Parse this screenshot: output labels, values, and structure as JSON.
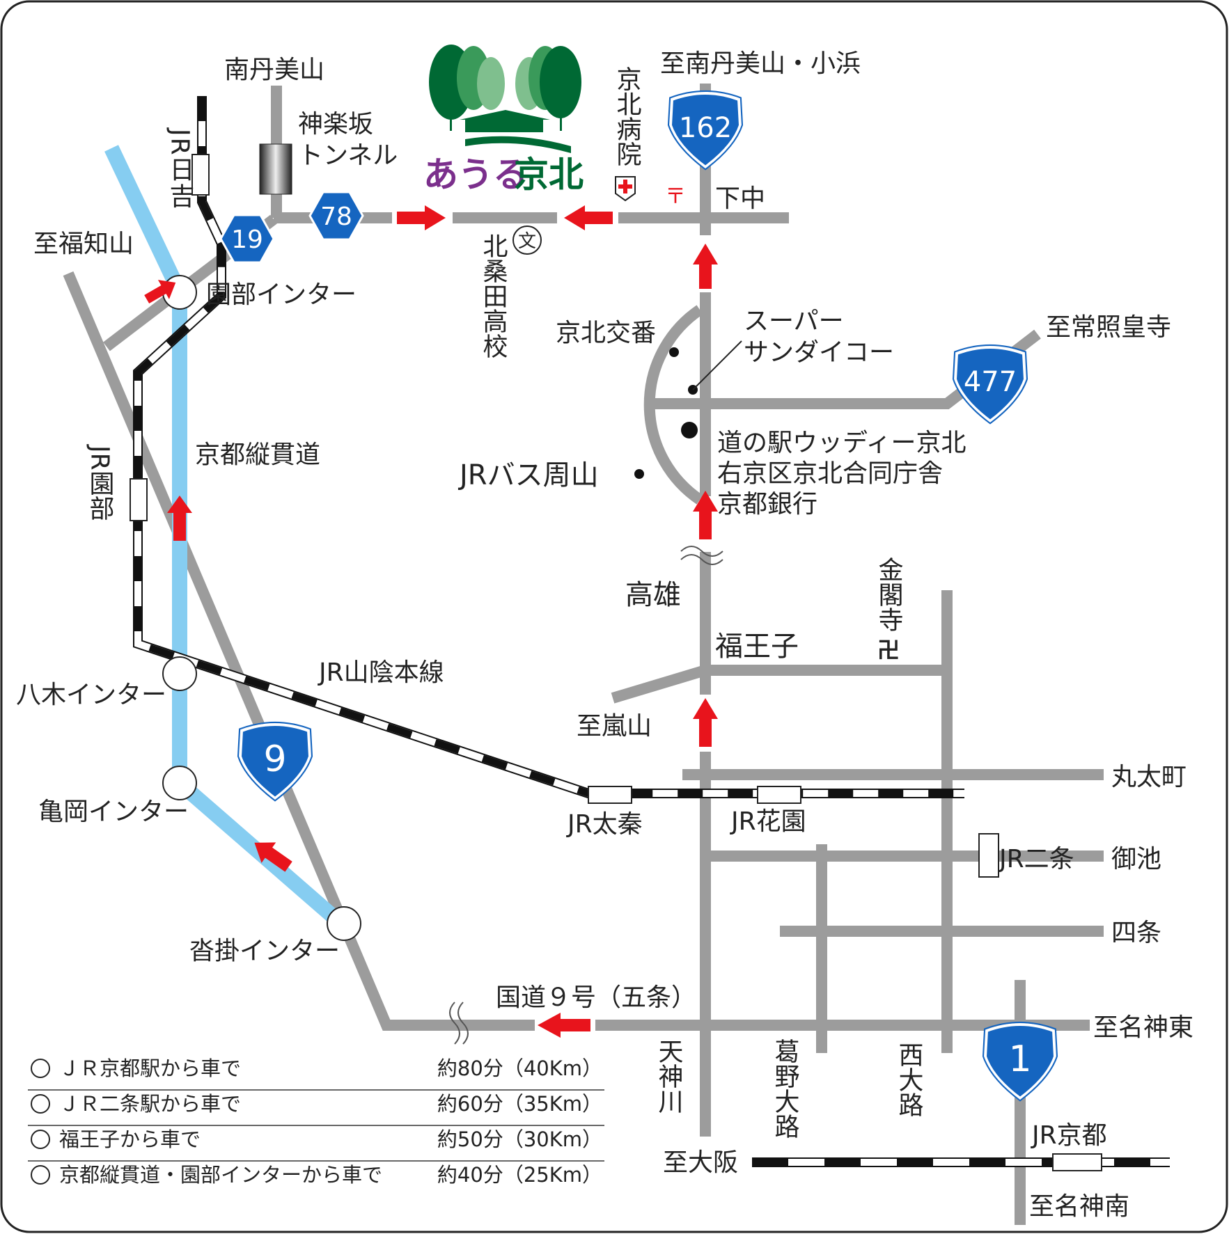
{
  "colors": {
    "road": "#9c9c9c",
    "highway": "#86cdf1",
    "arrow": "#e8141c",
    "shield": "#1565c0",
    "rail_dark": "#111111",
    "logo_green": "#006934",
    "logo_purple": "#7b2f8c"
  },
  "logo": {
    "part1": "あうる",
    "part2": "京北"
  },
  "labels": {
    "minami_tanba_miyama": "南丹美山",
    "kagurazaka_tunnel_1": "神楽坂",
    "kagurazaka_tunnel_2": "トンネル",
    "jr_hiyoshi": "JR日吉",
    "to_fukuchiyama": "至福知山",
    "sonobe_ic": "園部インター",
    "kitakuwada_hs": "北桑田高校",
    "school_symbol": "文",
    "keihoku_hospital": "京北病院",
    "to_miyama_obama": "至南丹美山・小浜",
    "shimonaka": "下中",
    "post_symbol": "〒",
    "koban": "京北交番",
    "super_1": "スーパー",
    "super_2": "サンダイコー",
    "to_joshoko": "至常照皇寺",
    "michinoeki": "道の駅ウッディー京北",
    "goudou": "右京区京北合同庁舎",
    "bank": "京都銀行",
    "jr_bus": "JRバス周山",
    "jukan": "京都縦貫道",
    "jr_sonobe": "JR園部",
    "takao": "高雄",
    "kinkakuji": "金閣寺",
    "temple_symbol": "卍",
    "fukuoji": "福王子",
    "to_arashiyama": "至嵐山",
    "jr_sanin": "JR山陰本線",
    "yagi_ic": "八木インター",
    "kameoka_ic": "亀岡インター",
    "kutsukake_ic": "沓掛インター",
    "marutamachi": "丸太町",
    "jr_uzumasa": "JR太秦",
    "jr_hanazono": "JR花園",
    "jr_nijo": "JR二条",
    "oike": "御池",
    "shijo": "四条",
    "route9_gojo": "国道９号（五条）",
    "to_meishin_east": "至名神東",
    "tenjingawa": "天神川",
    "kadono_oji": "葛野大路",
    "nishi_oji": "西大路",
    "to_osaka": "至大阪",
    "jr_kyoto": "JR京都",
    "to_meishin_south": "至名神南"
  },
  "shields": {
    "r162": "162",
    "r477": "477",
    "r9": "9",
    "r1": "1",
    "r19": "19",
    "r78": "78"
  },
  "access": [
    {
      "from": "ＪＲ京都駅から車で",
      "time": "約80分（40Km）"
    },
    {
      "from": "ＪＲ二条駅から車で",
      "time": "約60分（35Km）"
    },
    {
      "from": "福王子から車で",
      "time": "約50分（30Km）"
    },
    {
      "from": "京都縦貫道・園部インターから車で",
      "time": "約40分（25Km）"
    }
  ]
}
